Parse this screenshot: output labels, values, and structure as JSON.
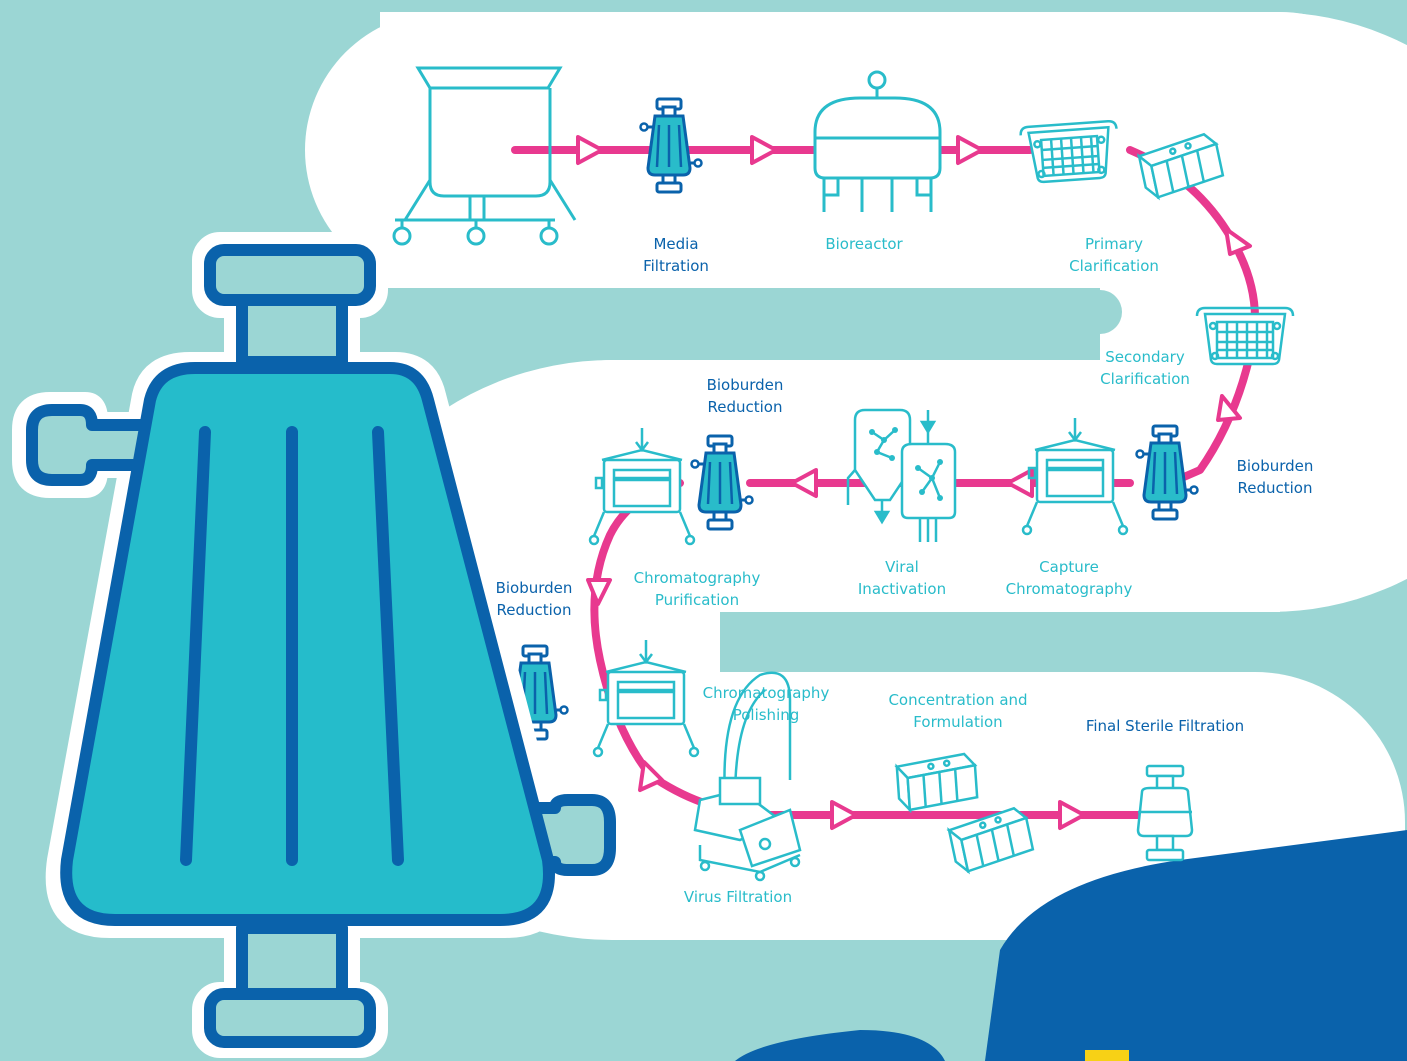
{
  "colors": {
    "background": "#9bd6d4",
    "path_panel": "#ffffff",
    "flow_line": "#e8398f",
    "dark_blue": "#0a62ab",
    "teal": "#29bcca",
    "accent_yellow": "#f7d116"
  },
  "steps": [
    {
      "id": "media_prep",
      "icon": "media-tank-icon",
      "lines": []
    },
    {
      "id": "media_filtration",
      "icon": "filter-capsule-icon",
      "lines": [
        "Media",
        "Filtration"
      ],
      "tone": "dark"
    },
    {
      "id": "bioreactor",
      "icon": "bioreactor-icon",
      "lines": [
        "Bioreactor"
      ],
      "tone": "light"
    },
    {
      "id": "primary_clarification",
      "icon": "depth-filter-icon",
      "lines": [
        "Primary",
        "Clarification"
      ],
      "tone": "light"
    },
    {
      "id": "secondary_clarification",
      "icon": "depth-filter-icon",
      "lines": [
        "Secondary",
        "Clarification"
      ],
      "tone": "light"
    },
    {
      "id": "bioburden_reduction_1",
      "icon": "filter-capsule-icon",
      "lines": [
        "Bioburden",
        "Reduction"
      ],
      "tone": "dark"
    },
    {
      "id": "capture_chromatography",
      "icon": "chromatography-column-icon",
      "lines": [
        "Capture",
        "Chromatography"
      ],
      "tone": "light"
    },
    {
      "id": "viral_inactivation",
      "icon": "inactivation-tanks-icon",
      "lines": [
        "Viral",
        "Inactivation"
      ],
      "tone": "light"
    },
    {
      "id": "bioburden_reduction_2",
      "icon": "filter-capsule-icon",
      "lines": [
        "Bioburden",
        "Reduction"
      ],
      "tone": "dark"
    },
    {
      "id": "chromatography_purification",
      "icon": "chromatography-column-icon",
      "lines": [
        "Chromatography",
        "Purification"
      ],
      "tone": "light"
    },
    {
      "id": "bioburden_reduction_3",
      "icon": "filter-capsule-icon",
      "lines": [
        "Bioburden",
        "Reduction"
      ],
      "tone": "dark"
    },
    {
      "id": "chromatography_polishing",
      "icon": "chromatography-column-icon",
      "lines": [
        "Chromatography",
        "Polishing"
      ],
      "tone": "light"
    },
    {
      "id": "virus_filtration",
      "icon": "virus-filter-skid-icon",
      "lines": [
        "Virus Filtration"
      ],
      "tone": "light"
    },
    {
      "id": "concentration_formulation",
      "icon": "tff-cassette-icon",
      "lines": [
        "Concentration and",
        "Formulation"
      ],
      "tone": "light"
    },
    {
      "id": "final_sterile_filtration",
      "icon": "sterile-filter-icon",
      "lines": [
        "Final Sterile Filtration"
      ],
      "tone": "dark"
    }
  ]
}
